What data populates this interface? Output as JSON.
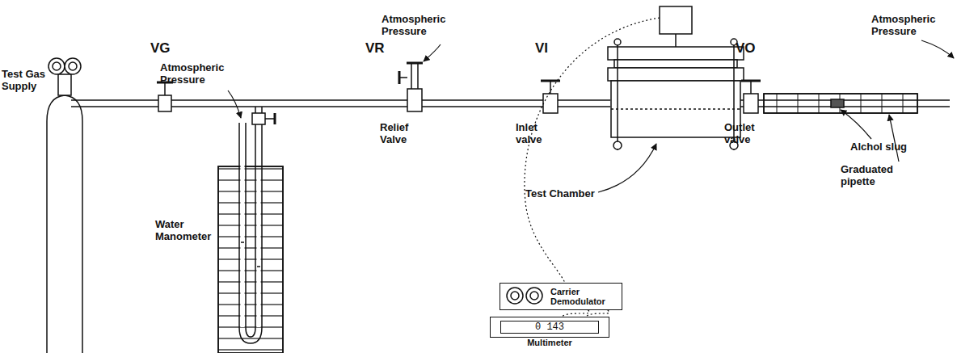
{
  "diagram": {
    "nodes": [
      {
        "text": [
          "Carrier Demodulator"
        ]
      },
      {
        "text": [
          "0 143",
          "Multimeter"
        ]
      }
    ],
    "edges": [
      {
        "from": 0,
        "to": 1,
        "arrow": "none"
      }
    ],
    "labels": [
      "Test Gas Supply",
      "VG",
      "Atmospheric Pressure",
      "Water Manometer",
      "VR",
      "Atmospheric Pressure",
      "Relief Valve",
      "VI",
      "Inlet valve",
      "Test Chamber",
      "VO",
      "Outlet valve",
      "Atmospheric Pressure",
      "Alchol slug",
      "Graduated pipette"
    ]
  }
}
